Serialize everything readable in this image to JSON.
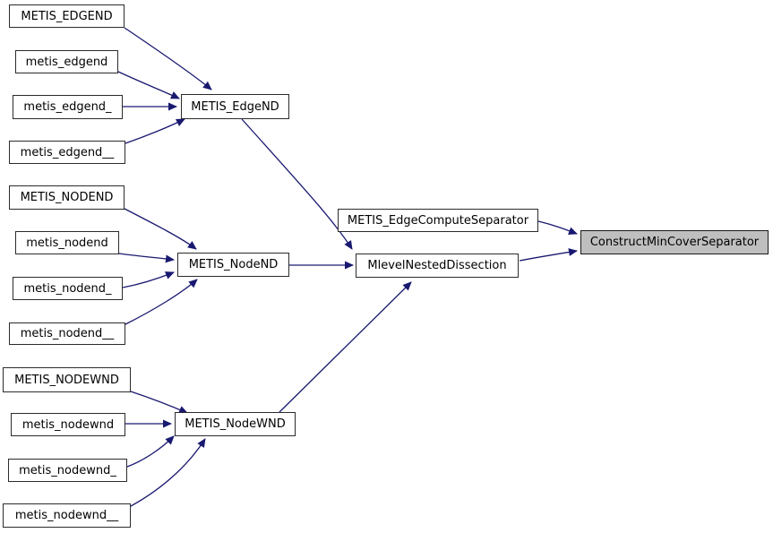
{
  "diagram": {
    "type": "caller-graph",
    "focus_node": "ConstructMinCoverSeparator",
    "colors": {
      "background": "#ffffff",
      "edge": "#191970",
      "node_fill": "#ffffff",
      "node_border": "#2b2b2b",
      "focus_fill": "#bfbfbf",
      "text": "#000000"
    },
    "nodes": [
      {
        "label": "METIS_EDGEND"
      },
      {
        "label": "metis_edgend"
      },
      {
        "label": "metis_edgend_"
      },
      {
        "label": "metis_edgend__"
      },
      {
        "label": "METIS_EdgeND"
      },
      {
        "label": "METIS_NODEND"
      },
      {
        "label": "metis_nodend"
      },
      {
        "label": "metis_nodend_"
      },
      {
        "label": "metis_nodend__"
      },
      {
        "label": "METIS_NodeND"
      },
      {
        "label": "METIS_NODEWND"
      },
      {
        "label": "metis_nodewnd"
      },
      {
        "label": "metis_nodewnd_"
      },
      {
        "label": "metis_nodewnd__"
      },
      {
        "label": "METIS_NodeWND"
      },
      {
        "label": "METIS_EdgeComputeSeparator"
      },
      {
        "label": "MlevelNestedDissection"
      },
      {
        "label": "ConstructMinCoverSeparator"
      }
    ],
    "edges": [
      {
        "from": "METIS_EDGEND",
        "to": "METIS_EdgeND"
      },
      {
        "from": "metis_edgend",
        "to": "METIS_EdgeND"
      },
      {
        "from": "metis_edgend_",
        "to": "METIS_EdgeND"
      },
      {
        "from": "metis_edgend__",
        "to": "METIS_EdgeND"
      },
      {
        "from": "METIS_EdgeND",
        "to": "MlevelNestedDissection"
      },
      {
        "from": "METIS_NODEND",
        "to": "METIS_NodeND"
      },
      {
        "from": "metis_nodend",
        "to": "METIS_NodeND"
      },
      {
        "from": "metis_nodend_",
        "to": "METIS_NodeND"
      },
      {
        "from": "metis_nodend__",
        "to": "METIS_NodeND"
      },
      {
        "from": "METIS_NodeND",
        "to": "MlevelNestedDissection"
      },
      {
        "from": "METIS_NODEWND",
        "to": "METIS_NodeWND"
      },
      {
        "from": "metis_nodewnd",
        "to": "METIS_NodeWND"
      },
      {
        "from": "metis_nodewnd_",
        "to": "METIS_NodeWND"
      },
      {
        "from": "metis_nodewnd__",
        "to": "METIS_NodeWND"
      },
      {
        "from": "METIS_NodeWND",
        "to": "MlevelNestedDissection"
      },
      {
        "from": "METIS_EdgeComputeSeparator",
        "to": "ConstructMinCoverSeparator"
      },
      {
        "from": "MlevelNestedDissection",
        "to": "ConstructMinCoverSeparator"
      }
    ]
  }
}
